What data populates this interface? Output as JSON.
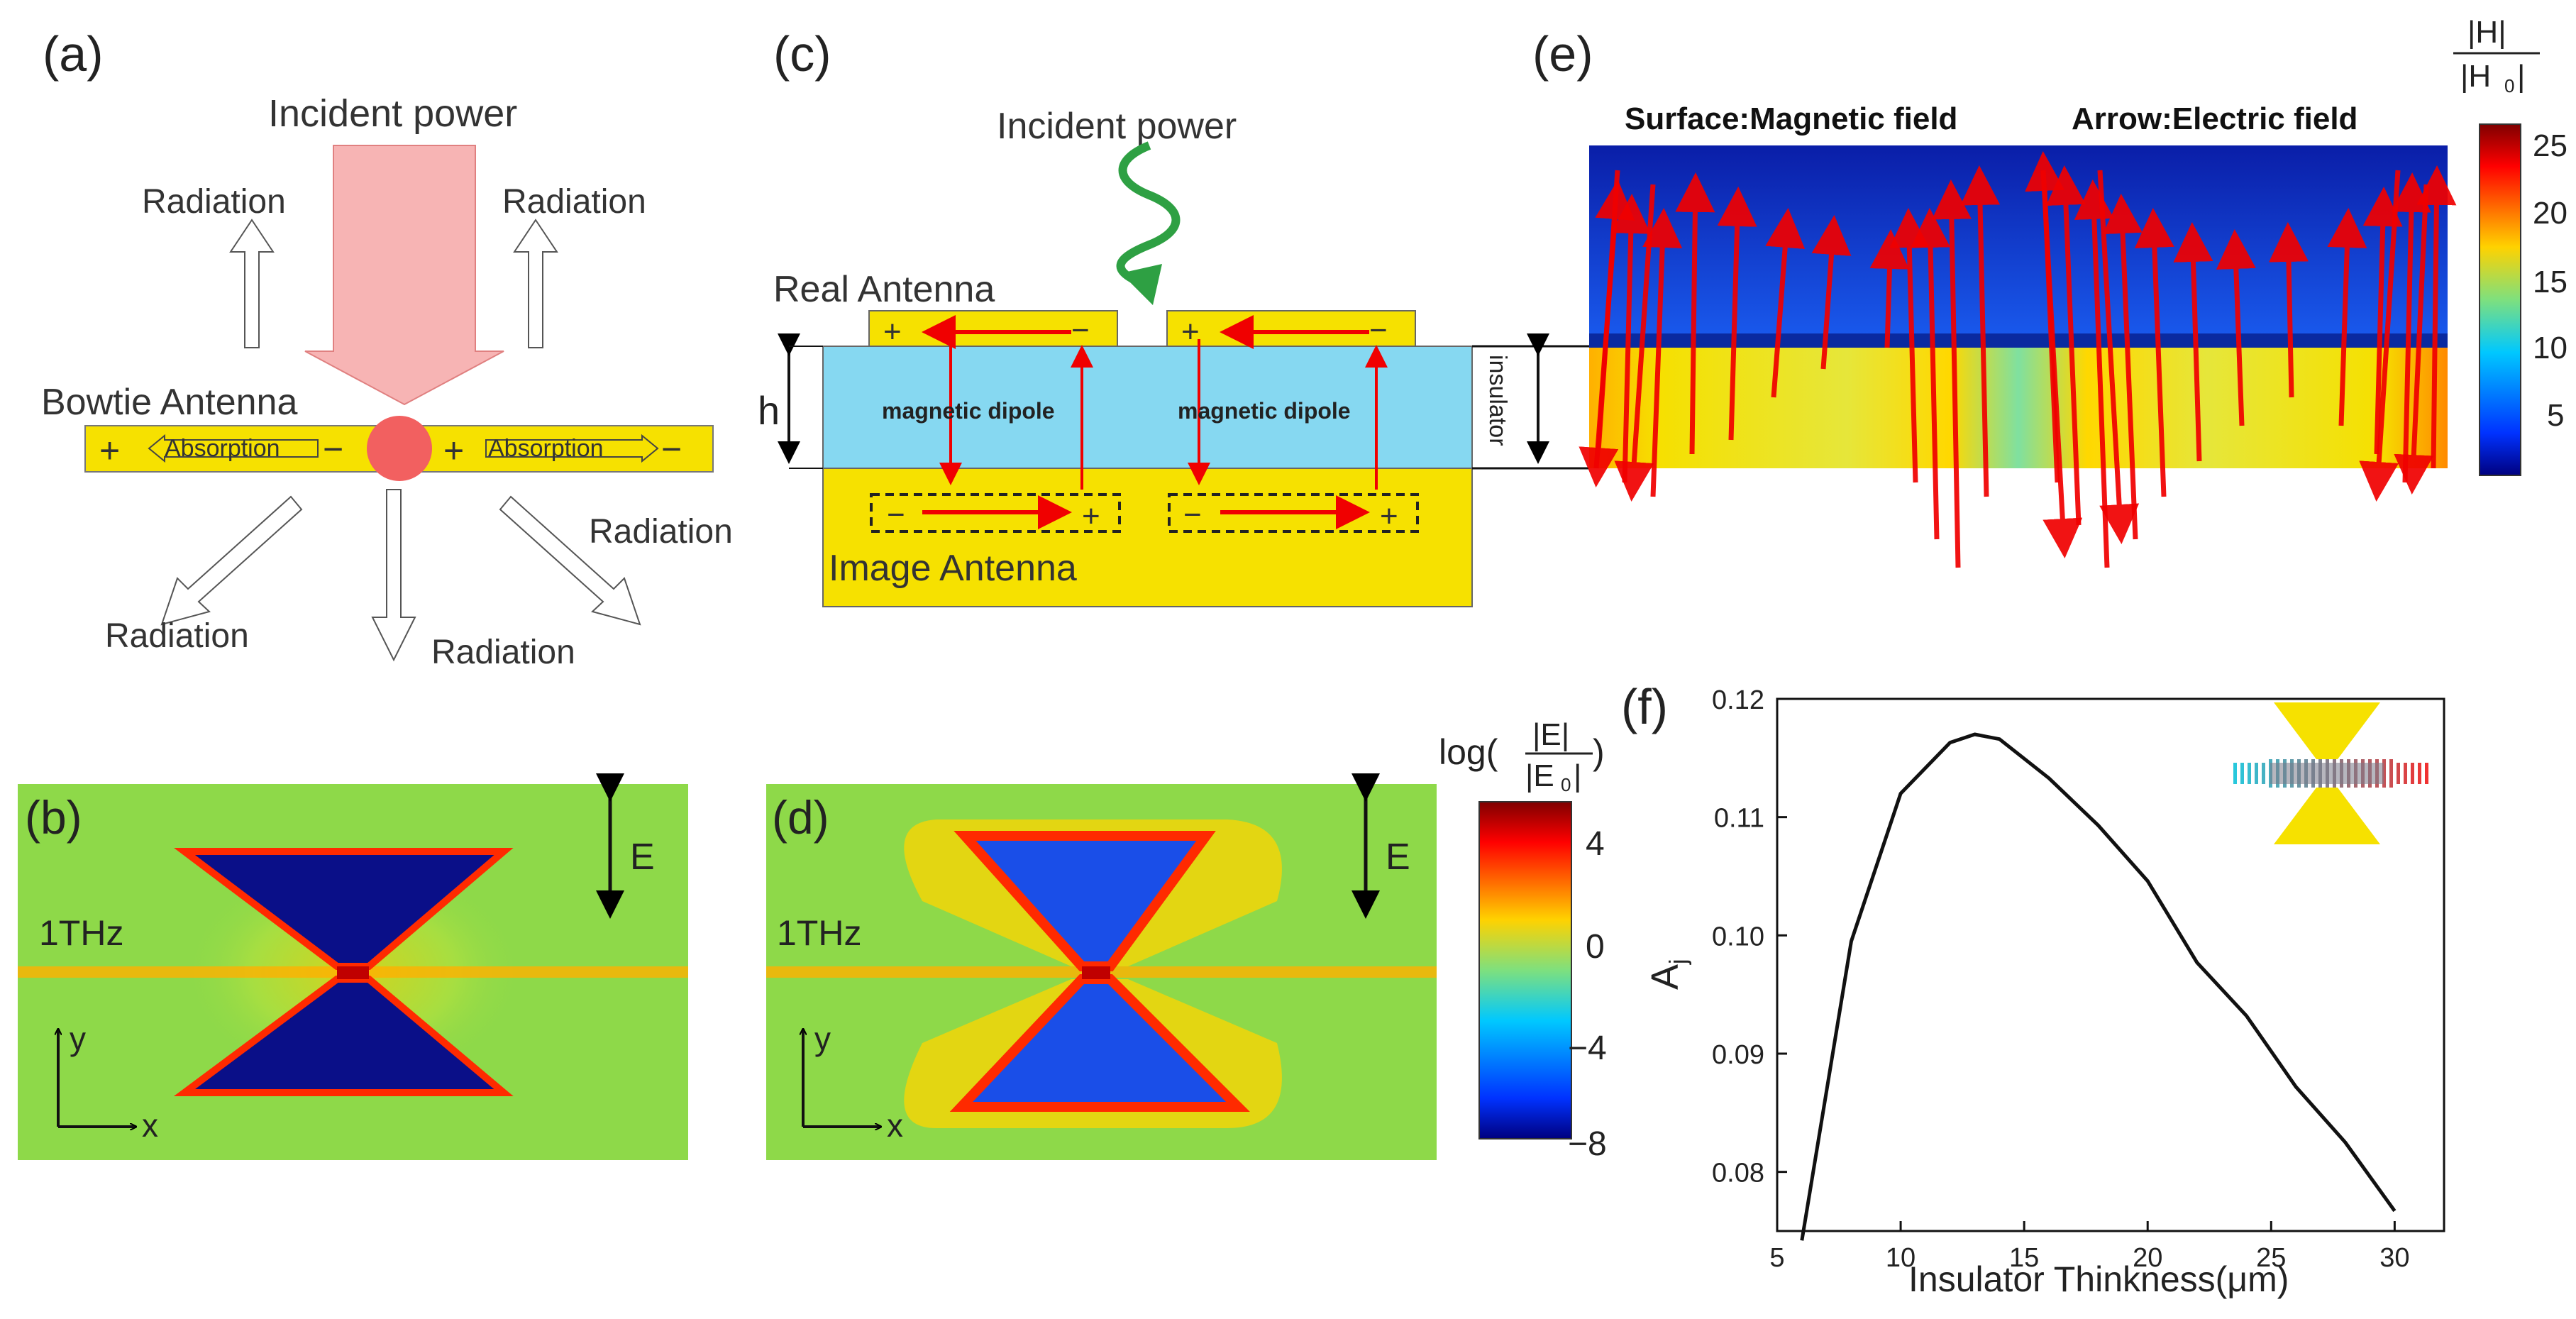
{
  "panel_a": {
    "label": "(a)",
    "incident": "Incident power",
    "radiation": "Radiation",
    "antenna": "Bowtie Antenna",
    "absorption": "Absorption",
    "plus": "+",
    "minus": "−"
  },
  "panel_b": {
    "label": "(b)",
    "freq": "1THz",
    "e_label": "E",
    "x_axis": "x",
    "y_axis": "y"
  },
  "panel_c": {
    "label": "(c)",
    "incident": "Incident power",
    "real_antenna": "Real Antenna",
    "image_antenna": "Image Antenna",
    "dipole": "magnetic dipole",
    "h_label": "h",
    "insulator": "insulator",
    "plus": "+",
    "minus": "−"
  },
  "panel_d": {
    "label": "(d)",
    "freq": "1THz",
    "e_label": "E",
    "x_axis": "x",
    "y_axis": "y",
    "colorbar": {
      "title_log": "log(",
      "title_num": "|E|",
      "title_den": "|E",
      "title_den_sub": "0",
      "title_den_end": "|",
      "title_close": ")",
      "ticks": [
        "4",
        "0",
        "−4",
        "−8"
      ]
    }
  },
  "panel_e": {
    "label": "(e)",
    "surface_label": "Surface:Magnetic field",
    "arrow_label": "Arrow:Electric field",
    "colorbar": {
      "num": "|H|",
      "den": "|H",
      "den_sub": "0",
      "den_end": "|",
      "ticks": [
        "25",
        "20",
        "15",
        "10",
        "5"
      ]
    }
  },
  "panel_f": {
    "label": "(f)",
    "chart_data": {
      "type": "line",
      "xlabel": "Insulator Thinkness(μm)",
      "ylabel": "A",
      "ylabel_sub": "j",
      "xlim": [
        5,
        32
      ],
      "ylim": [
        0.075,
        0.12
      ],
      "xticks": [
        "5",
        "10",
        "15",
        "20",
        "25",
        "30"
      ],
      "yticks": [
        "0.08",
        "0.09",
        "0.10",
        "0.11",
        "0.12"
      ],
      "series": [
        {
          "x": [
            6,
            8,
            10,
            12,
            13,
            14,
            16,
            18,
            20,
            22,
            24,
            26,
            28,
            30
          ],
          "values": [
            0.0742,
            0.0995,
            0.112,
            0.1163,
            0.117,
            0.1166,
            0.1133,
            0.1093,
            0.1046,
            0.0977,
            0.0932,
            0.0872,
            0.0825,
            0.0767
          ]
        }
      ]
    }
  },
  "colors": {
    "gold": "#f6e100",
    "red_arrow": "#f00000",
    "pink_arrow": "#f7b4b4",
    "insulator_blue": "#86d8f1",
    "field_green": "#8ed949",
    "dark_blue": "#0a0f88",
    "green_wave": "#2ea043"
  }
}
